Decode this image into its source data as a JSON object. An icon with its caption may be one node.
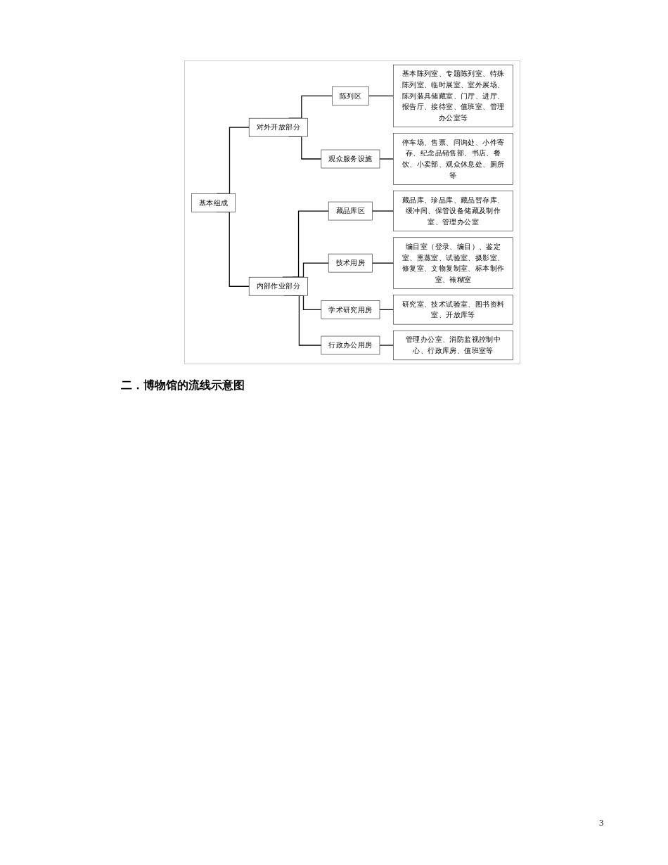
{
  "diagram": {
    "nodes": [
      {
        "text": [
          "基本组成"
        ]
      },
      {
        "text": [
          "对外开放部分"
        ]
      },
      {
        "text": [
          "陈列区"
        ]
      },
      {
        "text": [
          "基本陈列室、专题陈列室、特殊陈列室、临时展室、室外展场、陈列装具储藏室、门厅、进厅、报告厅、接待室、值班室、管理办公室等"
        ]
      },
      {
        "text": [
          "观众服务设施"
        ]
      },
      {
        "text": [
          "停车场、售票、问询处、小件寄存、纪念品销售部、书店、餐饮、小卖部、观众休息处、厕所等"
        ]
      },
      {
        "text": [
          "内部作业部分"
        ]
      },
      {
        "text": [
          "藏品库区"
        ]
      },
      {
        "text": [
          "藏品库、珍品库、藏品暂存库、缓冲间、保管设备储藏及制作室、管理办公室"
        ]
      },
      {
        "text": [
          "技术用房"
        ]
      },
      {
        "text": [
          "编目室（登录、编目）、鉴定室、熏蒸室、试验室、摄影室、修复室、文物复制室、标本制作室、裱糊室"
        ]
      },
      {
        "text": [
          "学术研究用房"
        ]
      },
      {
        "text": [
          "研究室、技术试验室、图书资料室、开放库等"
        ]
      },
      {
        "text": [
          "行政办公用房"
        ]
      },
      {
        "text": [
          "管理办公室、消防监视控制中心、行政库房、值班室等"
        ]
      }
    ],
    "edges": [
      {
        "from": 0,
        "to": 1,
        "arrow": "none"
      },
      {
        "from": 1,
        "to": 2,
        "arrow": "none"
      },
      {
        "from": 2,
        "to": 3,
        "arrow": "none"
      },
      {
        "from": 1,
        "to": 4,
        "arrow": "none"
      },
      {
        "from": 4,
        "to": 5,
        "arrow": "none"
      },
      {
        "from": 0,
        "to": 6,
        "arrow": "none"
      },
      {
        "from": 6,
        "to": 7,
        "arrow": "none"
      },
      {
        "from": 7,
        "to": 8,
        "arrow": "none"
      },
      {
        "from": 6,
        "to": 9,
        "arrow": "none"
      },
      {
        "from": 9,
        "to": 10,
        "arrow": "none"
      },
      {
        "from": 6,
        "to": 11,
        "arrow": "none"
      },
      {
        "from": 11,
        "to": 12,
        "arrow": "none"
      },
      {
        "from": 6,
        "to": 13,
        "arrow": "none"
      },
      {
        "from": 13,
        "to": 14,
        "arrow": "none"
      }
    ],
    "labels": [
      "二．博物馆的流线示意图",
      "3"
    ]
  }
}
